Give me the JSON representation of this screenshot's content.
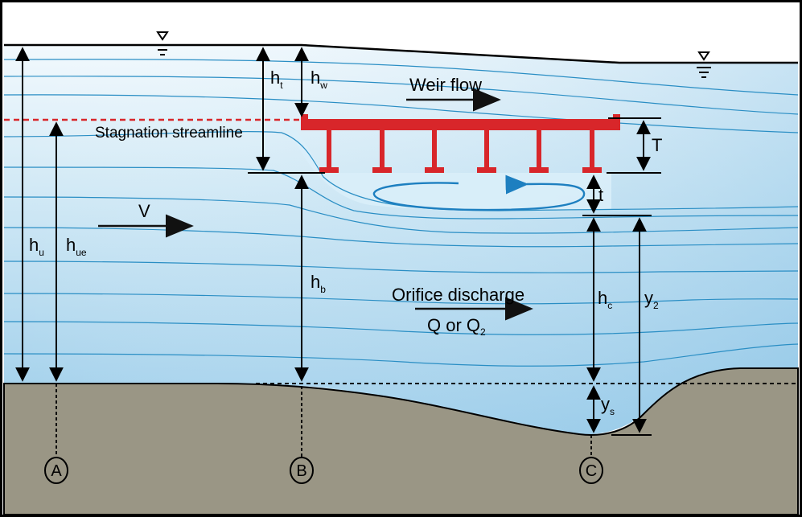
{
  "labels": {
    "weir_flow": "Weir flow",
    "stagnation": "Stagnation streamline",
    "velocity": "V",
    "orifice_line1": "Orifice discharge",
    "orifice_line2_main": "Q or Q",
    "orifice_line2_sub": "2",
    "T": "T",
    "t": "t"
  },
  "dimensions": {
    "hu": {
      "main": "h",
      "sub": "u"
    },
    "hue": {
      "main": "h",
      "sub": "ue"
    },
    "ht": {
      "main": "h",
      "sub": "t"
    },
    "hw": {
      "main": "h",
      "sub": "w"
    },
    "hb": {
      "main": "h",
      "sub": "b"
    },
    "hc": {
      "main": "h",
      "sub": "c"
    },
    "y2": {
      "main": "y",
      "sub": "2"
    },
    "ys": {
      "main": "y",
      "sub": "s"
    }
  },
  "sections": [
    "A",
    "B",
    "C"
  ],
  "colors": {
    "water_light": "#e6f4fb",
    "water_deep": "#a7d3ec",
    "streamline": "#2a8ec4",
    "bridge": "#d8262a",
    "bed": "#9a9685",
    "eddy": "#1d7fc0",
    "stagnation": "#d8262a"
  },
  "icons": [
    "water-surface-icon-upstream",
    "water-surface-icon-downstream"
  ]
}
